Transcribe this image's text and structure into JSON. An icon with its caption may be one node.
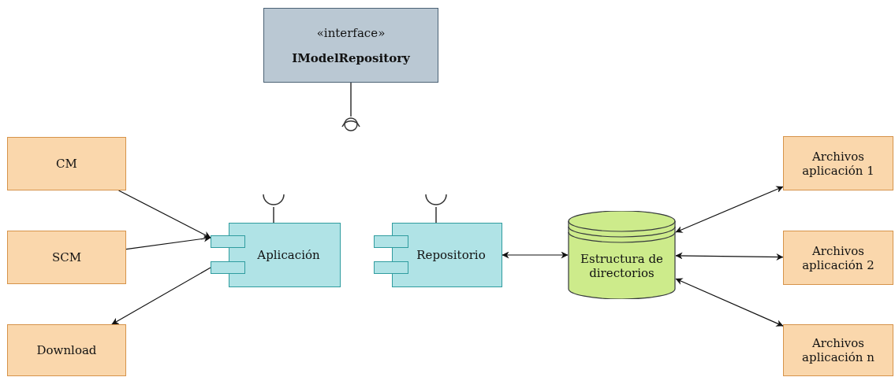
{
  "diagram": {
    "nodes": [
      {
        "text": [
          "«interface»",
          "IModelRepository"
        ]
      },
      {
        "text": [
          "CM"
        ]
      },
      {
        "text": [
          "SCM"
        ]
      },
      {
        "text": [
          "Download"
        ]
      },
      {
        "text": [
          "Aplicación"
        ]
      },
      {
        "text": [
          "Repositorio"
        ]
      },
      {
        "text": [
          "Estructura de directorios"
        ]
      },
      {
        "text": [
          "Archivos aplicación 1"
        ]
      },
      {
        "text": [
          "Archivos aplicación 2"
        ]
      },
      {
        "text": [
          "Archivos aplicación n"
        ]
      }
    ],
    "edges": [
      {
        "from": 1,
        "to": 4,
        "arrow": "to"
      },
      {
        "from": 2,
        "to": 4,
        "arrow": "to"
      },
      {
        "from": 4,
        "to": 3,
        "arrow": "to"
      },
      {
        "from": 5,
        "to": 6,
        "arrow": "both"
      },
      {
        "from": 6,
        "to": 7,
        "arrow": "both"
      },
      {
        "from": 6,
        "to": 8,
        "arrow": "both"
      },
      {
        "from": 6,
        "to": 9,
        "arrow": "both"
      }
    ]
  }
}
